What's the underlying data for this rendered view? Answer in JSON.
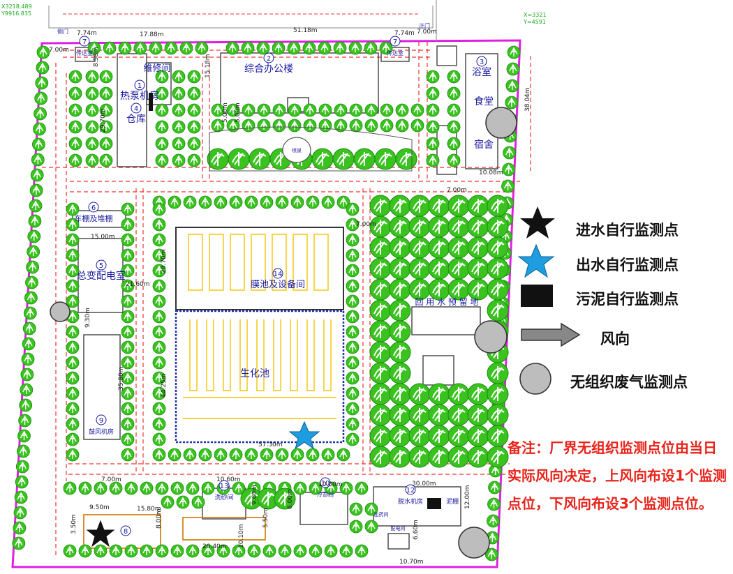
{
  "coords": {
    "top_left_x": "X3218.489",
    "top_left_y": "Y9916.835",
    "top_right_x": "X=3321",
    "top_right_y": "Y=4591"
  },
  "gates": {
    "side_gate": "侧门",
    "main_gate": "正门"
  },
  "buildings": [
    {
      "num": "1",
      "label": "热泵机房"
    },
    {
      "num": "",
      "label": "维修间"
    },
    {
      "num": "2",
      "label": "综合办公楼"
    },
    {
      "num": "3",
      "label": "浴室"
    },
    {
      "num": "",
      "label": "食堂"
    },
    {
      "num": "",
      "label": "宿舍"
    },
    {
      "num": "4",
      "label": "仓库"
    },
    {
      "num": "5",
      "label": "总变配电室"
    },
    {
      "num": "6",
      "label": "车棚及堆棚"
    },
    {
      "num": "7",
      "label": "传达室"
    },
    {
      "num": "7",
      "label": "传达室"
    },
    {
      "num": "8",
      "label": ""
    },
    {
      "num": "9",
      "label": "鼓风机房"
    },
    {
      "num": "10",
      "label": "冷却间"
    },
    {
      "num": "12",
      "label": "脱水机房"
    },
    {
      "num": "",
      "label": "泥棚"
    },
    {
      "num": "13",
      "label": "洗砂间"
    },
    {
      "num": "14",
      "label": "膜池及设备间"
    },
    {
      "num": "",
      "label": "生化池"
    },
    {
      "num": "",
      "label": "回 用 水 预 留 地"
    },
    {
      "num": "",
      "label": "喷泉"
    },
    {
      "num": "",
      "label": "配电间"
    },
    {
      "num": "",
      "label": "加药间"
    }
  ],
  "dimensions": [
    "7.74m",
    "17.88m",
    "51.18m",
    "7.74m",
    "7.00m",
    "7.00m",
    "8.58m",
    "15.18m",
    "29.70m",
    "5.00m",
    "38.04m",
    "10.08m",
    "7.00m",
    "7.00m",
    "15.00m",
    "21.60m",
    "28.70m",
    "9.30m",
    "35.80m",
    "44.25m",
    "57.30m",
    "7.00m",
    "10.60m",
    "10.00m",
    "30.00m",
    "9.50m",
    "15.80m",
    "3.50m",
    "8.00m",
    "20.40m",
    "10.10m",
    "5.50m",
    "9.60m",
    "6.00m",
    "12.00m",
    "6.60m",
    "10.70m",
    "5.00m"
  ],
  "legend": [
    {
      "icon": "black-star",
      "label": "进水自行监测点",
      "color": "#111111"
    },
    {
      "icon": "blue-star",
      "label": "出水自行监测点",
      "color": "#1e9ee0"
    },
    {
      "icon": "black-rect",
      "label": "污泥自行监测点",
      "color": "#111111"
    },
    {
      "icon": "arrow",
      "label": "风向",
      "color": "#777777"
    },
    {
      "icon": "gray-circle",
      "label": "无组织废气监测点",
      "color": "#bbbbbb"
    }
  ],
  "note": "备注：厂界无组织监测点位由当日实际风向决定，上风向布设1个监测点位，下风向布设3个监测点位。",
  "colors": {
    "boundary": "#e020e0",
    "road": "#ee3333",
    "tree": "#33cc22",
    "building_label": "#1a1aa0",
    "dim": "#1a1a1a"
  }
}
